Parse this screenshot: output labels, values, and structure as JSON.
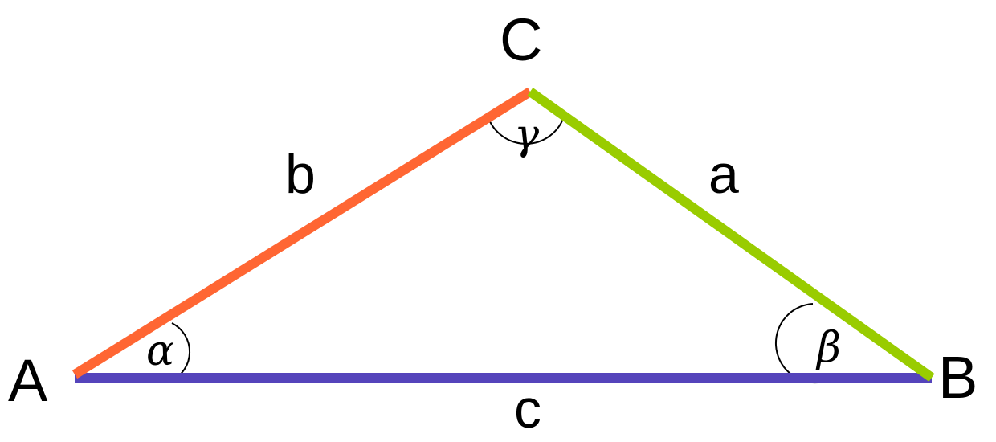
{
  "vertices": {
    "A": "A",
    "B": "B",
    "C": "C"
  },
  "sides": {
    "a": {
      "label": "a",
      "color": "#99cc00"
    },
    "b": {
      "label": "b",
      "color": "#ff6633"
    },
    "c": {
      "label": "c",
      "color": "#5544bb"
    }
  },
  "angles": {
    "alpha": "α",
    "beta": "β",
    "gamma": "γ"
  }
}
